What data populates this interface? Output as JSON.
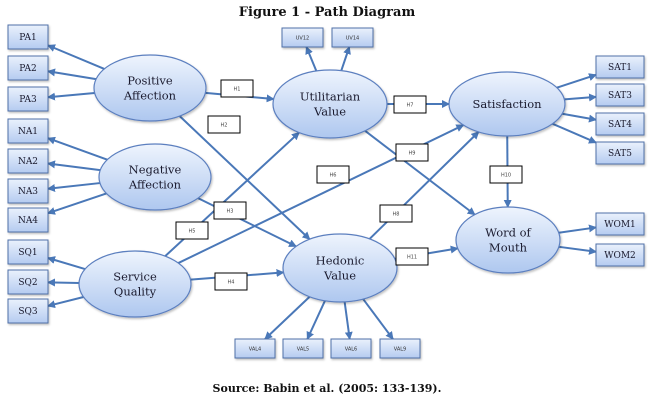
{
  "title": "Figure 1 - Path Diagram",
  "source": "Source: Babin et al. (2005: 133-139).",
  "colors": {
    "ellipse_fill_top": "#e8f0fc",
    "ellipse_fill_bottom": "#b3cbf0",
    "ellipse_stroke": "#5b7fbf",
    "box_fill_top": "#e6eefb",
    "box_fill_bottom": "#b8cdf0",
    "box_stroke": "#4f6fa8",
    "arrow": "#4a78b8",
    "hyp_stroke": "#000000"
  },
  "latents": [
    {
      "id": "PA",
      "lines": [
        "Positive",
        "Affection"
      ]
    },
    {
      "id": "NA",
      "lines": [
        "Negative",
        "Affection"
      ]
    },
    {
      "id": "SQ",
      "lines": [
        "Service",
        "Quality"
      ]
    },
    {
      "id": "UV",
      "lines": [
        "Utilitarian",
        "Value"
      ]
    },
    {
      "id": "HV",
      "lines": [
        "Hedonic",
        "Value"
      ]
    },
    {
      "id": "SAT",
      "lines": [
        "Satisfaction"
      ]
    },
    {
      "id": "WOM",
      "lines": [
        "Word of",
        "Mouth"
      ]
    }
  ],
  "indicators": [
    {
      "label": "PA1",
      "latent": "PA"
    },
    {
      "label": "PA2",
      "latent": "PA"
    },
    {
      "label": "PA3",
      "latent": "PA"
    },
    {
      "label": "NA1",
      "latent": "NA"
    },
    {
      "label": "NA2",
      "latent": "NA"
    },
    {
      "label": "NA3",
      "latent": "NA"
    },
    {
      "label": "NA4",
      "latent": "NA"
    },
    {
      "label": "SQ1",
      "latent": "SQ"
    },
    {
      "label": "SQ2",
      "latent": "SQ"
    },
    {
      "label": "SQ3",
      "latent": "SQ"
    },
    {
      "label": "UV12",
      "latent": "UV"
    },
    {
      "label": "UV14",
      "latent": "UV"
    },
    {
      "label": "VAL4",
      "latent": "HV"
    },
    {
      "label": "VAL5",
      "latent": "HV"
    },
    {
      "label": "VAL6",
      "latent": "HV"
    },
    {
      "label": "VAL9",
      "latent": "HV"
    },
    {
      "label": "SAT1",
      "latent": "SAT"
    },
    {
      "label": "SAT3",
      "latent": "SAT"
    },
    {
      "label": "SAT4",
      "latent": "SAT"
    },
    {
      "label": "SAT5",
      "latent": "SAT"
    },
    {
      "label": "WOM1",
      "latent": "WOM"
    },
    {
      "label": "WOM2",
      "latent": "WOM"
    }
  ],
  "paths": [
    {
      "label": "H1",
      "from": "PA",
      "to": "UV"
    },
    {
      "label": "H2",
      "from": "PA",
      "to": "HV"
    },
    {
      "label": "H3",
      "from": "NA",
      "to": "HV"
    },
    {
      "label": "H4",
      "from": "SQ",
      "to": "HV"
    },
    {
      "label": "H5",
      "from": "SQ",
      "to": "UV"
    },
    {
      "label": "H6",
      "from": "SQ",
      "to": "SAT"
    },
    {
      "label": "H7",
      "from": "UV",
      "to": "SAT"
    },
    {
      "label": "H8",
      "from": "HV",
      "to": "SAT"
    },
    {
      "label": "H9",
      "from": "UV",
      "to": "WOM"
    },
    {
      "label": "H10",
      "from": "SAT",
      "to": "WOM"
    },
    {
      "label": "H11",
      "from": "HV",
      "to": "WOM"
    }
  ]
}
